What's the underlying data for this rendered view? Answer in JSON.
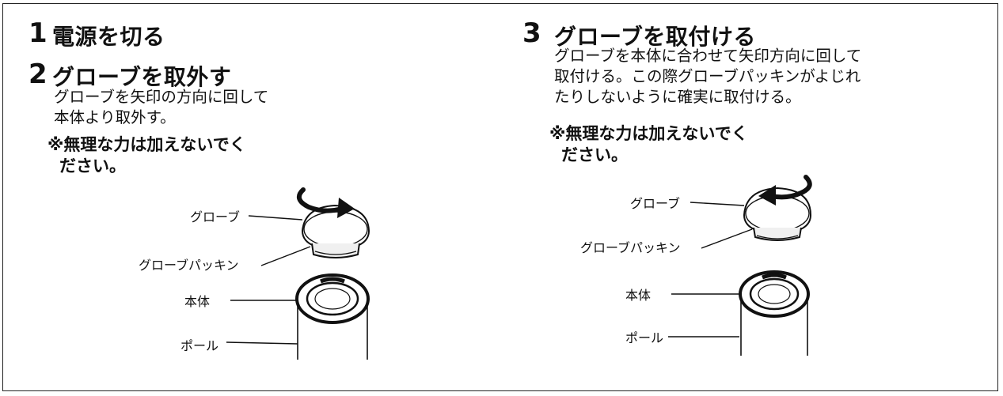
{
  "steps": [
    {
      "number": "1",
      "title": "電源を切る",
      "body": [],
      "caution": []
    },
    {
      "number": "2",
      "title": "グローブを取外す",
      "body": [
        "グローブを矢印の方向に回して",
        "本体より取外す。"
      ],
      "caution": [
        "※無理な力は加えないでく",
        "ださい。"
      ]
    },
    {
      "number": "3",
      "title": "グローブを取付ける",
      "body": [
        "グローブを本体に合わせて矢印方向に回して",
        "取付ける。この際グローブパッキンがよじれ",
        "たりしないように確実に取付ける。"
      ],
      "caution": [
        "※無理な力は加えないでく",
        "ださい。"
      ]
    }
  ],
  "figures": [
    {
      "labels": {
        "globe": "グローブ",
        "packing": "グローブパッキン",
        "body": "本体",
        "pole": "ポール"
      },
      "arrow_direction": "clockwise"
    },
    {
      "labels": {
        "globe": "グローブ",
        "packing": "グローブパッキン",
        "body": "本体",
        "pole": "ポール"
      },
      "arrow_direction": "counterclockwise"
    }
  ]
}
